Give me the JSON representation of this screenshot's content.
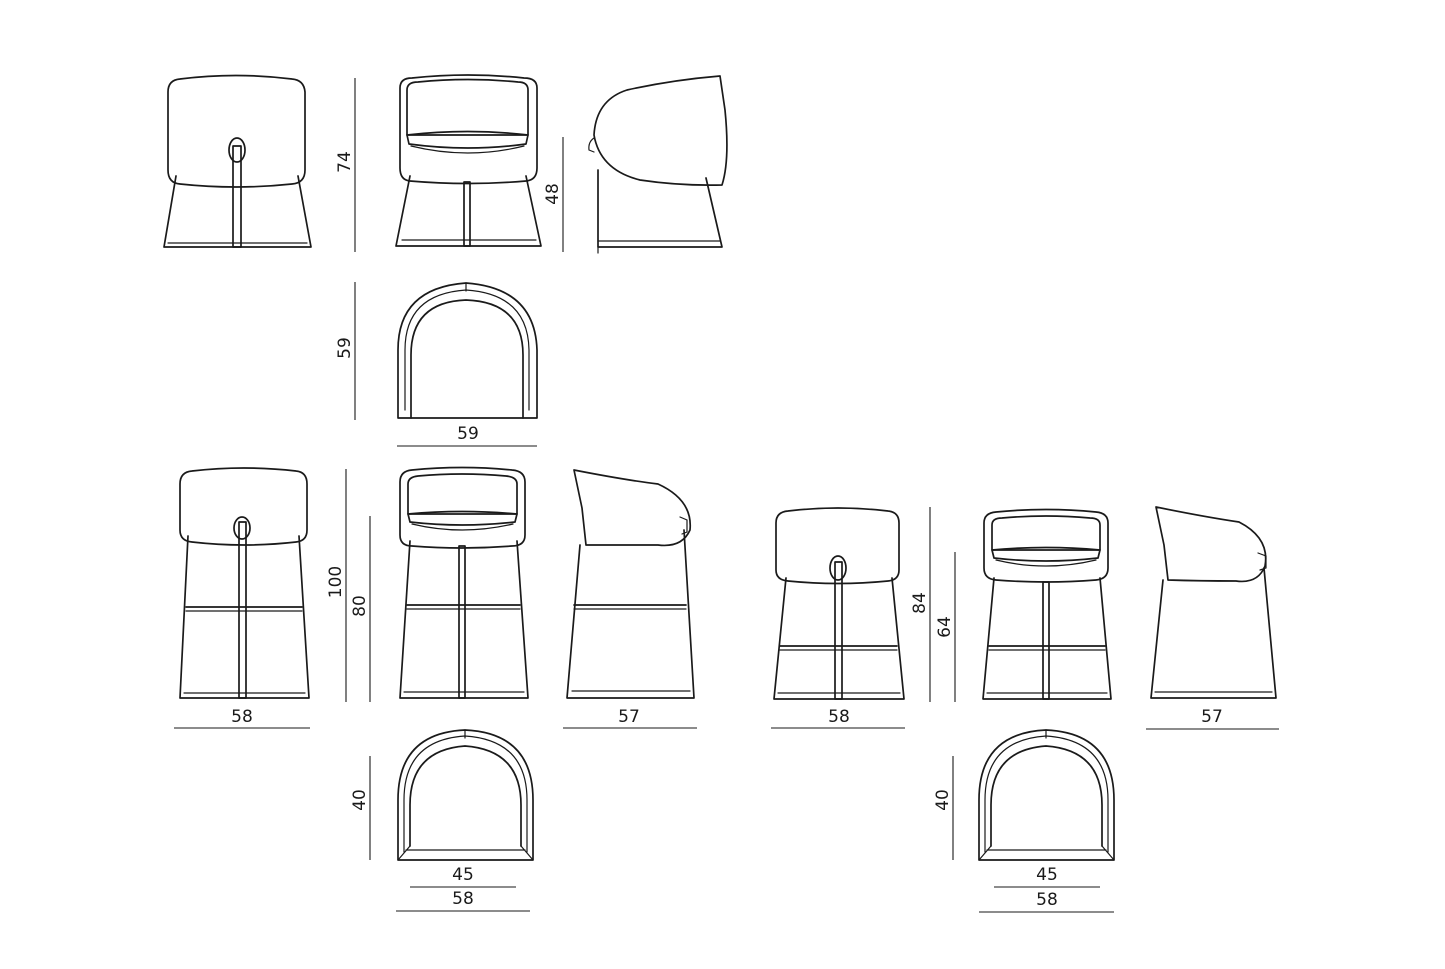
{
  "dimensions": {
    "armchair": {
      "height": "74",
      "seat_height": "48",
      "depth": "59",
      "width": "59"
    },
    "stool_high": {
      "height": "100",
      "seat_height": "80",
      "width": "58",
      "depth": "57",
      "top_depth": "40",
      "top_inner_width": "45",
      "top_width": "58"
    },
    "stool_low": {
      "height": "84",
      "seat_height": "64",
      "width": "58",
      "depth": "57",
      "top_depth": "40",
      "top_inner_width": "45",
      "top_width": "58"
    }
  }
}
